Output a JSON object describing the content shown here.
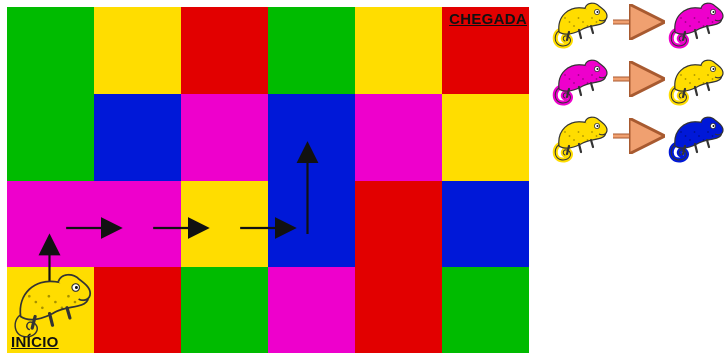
{
  "board": {
    "rows": 4,
    "cols": 6,
    "colors": {
      "green": "#00bb00",
      "yellow": "#ffdd00",
      "red": "#e20000",
      "blue": "#0018d8",
      "magenta": "#ee00cc"
    },
    "grid": [
      [
        "green",
        "yellow",
        "red",
        "green",
        "yellow",
        "red"
      ],
      [
        "green",
        "blue",
        "magenta",
        "blue",
        "magenta",
        "yellow"
      ],
      [
        "magenta",
        "magenta",
        "yellow",
        "blue",
        "red",
        "blue"
      ],
      [
        "yellow",
        "red",
        "green",
        "magenta",
        "red",
        "green"
      ]
    ],
    "start_label": "INÍCIO",
    "finish_label": "CHEGADA",
    "start_cell": [
      3,
      0
    ],
    "finish_cell": [
      0,
      5
    ]
  },
  "path_moves": [
    {
      "from": [
        3,
        0
      ],
      "to": [
        2,
        0
      ],
      "direction": "up"
    },
    {
      "from": [
        2,
        0
      ],
      "to": [
        2,
        1
      ],
      "direction": "right"
    },
    {
      "from": [
        2,
        1
      ],
      "to": [
        2,
        2
      ],
      "direction": "right"
    },
    {
      "from": [
        2,
        2
      ],
      "to": [
        2,
        3
      ],
      "direction": "right"
    },
    {
      "from": [
        2,
        3
      ],
      "to": [
        1,
        3
      ],
      "direction": "up"
    }
  ],
  "rules": [
    {
      "from_color": "yellow",
      "to_color": "magenta"
    },
    {
      "from_color": "magenta",
      "to_color": "yellow"
    },
    {
      "from_color": "yellow",
      "to_color": "blue"
    }
  ],
  "player": {
    "icon": "chameleon-icon",
    "color": "yellow"
  }
}
